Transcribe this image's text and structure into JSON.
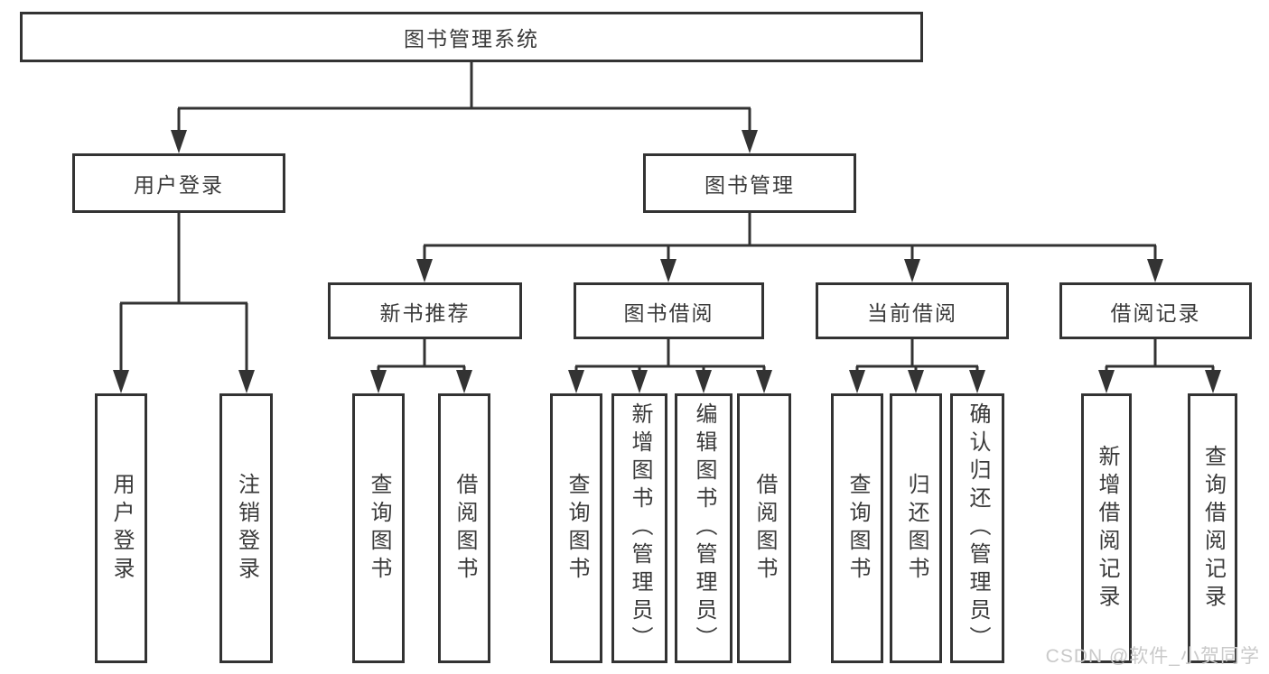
{
  "diagram": {
    "title": "图书管理系统",
    "root": {
      "label": "图书管理系统"
    },
    "level2": [
      {
        "id": "user-login",
        "label": "用户登录"
      },
      {
        "id": "book-management",
        "label": "图书管理"
      }
    ],
    "level3": [
      {
        "id": "new-book-recommend",
        "parent": "book-management",
        "label": "新书推荐"
      },
      {
        "id": "book-borrow",
        "parent": "book-management",
        "label": "图书借阅"
      },
      {
        "id": "current-borrow",
        "parent": "book-management",
        "label": "当前借阅"
      },
      {
        "id": "borrow-record",
        "parent": "book-management",
        "label": "借阅记录"
      }
    ],
    "leaves": [
      {
        "parent": "user-login",
        "label": "用户登录"
      },
      {
        "parent": "user-login",
        "label": "注销登录"
      },
      {
        "parent": "new-book-recommend",
        "label": "查询图书"
      },
      {
        "parent": "new-book-recommend",
        "label": "借阅图书"
      },
      {
        "parent": "book-borrow",
        "label": "查询图书"
      },
      {
        "parent": "book-borrow",
        "label": "新增图书（管理员）"
      },
      {
        "parent": "book-borrow",
        "label": "编辑图书（管理员）"
      },
      {
        "parent": "book-borrow",
        "label": "借阅图书"
      },
      {
        "parent": "current-borrow",
        "label": "查询图书"
      },
      {
        "parent": "current-borrow",
        "label": "归还图书"
      },
      {
        "parent": "current-borrow",
        "label": "确认归还（管理员）"
      },
      {
        "parent": "borrow-record",
        "label": "新增借阅记录"
      },
      {
        "parent": "borrow-record",
        "label": "查询借阅记录"
      }
    ],
    "colors": {
      "line": "#333333",
      "text": "#3a3a3a",
      "box_bg": "#ffffff",
      "watermark": "#c9c9c9"
    }
  },
  "watermark": {
    "text": "CSDN @软件_小贺同学"
  }
}
